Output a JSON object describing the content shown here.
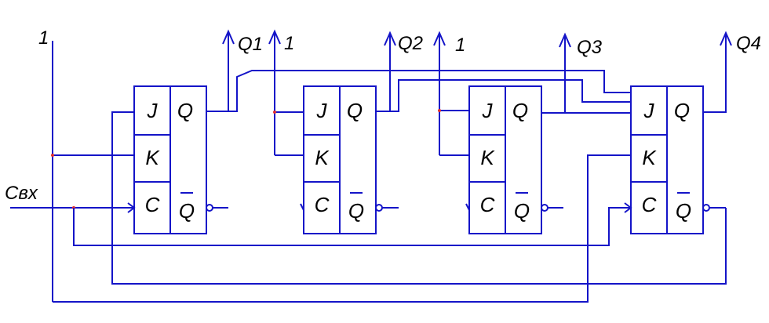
{
  "diagram": {
    "title": "",
    "line_color": "#1414c8",
    "text_color": "#000000",
    "pin_labels": {
      "j": "J",
      "k": "K",
      "c": "C",
      "q": "Q",
      "qbar": "Q"
    },
    "inputs": {
      "clock": "Cвх",
      "one": "1"
    },
    "outputs": [
      "Q1",
      "Q2",
      "Q3",
      "Q4"
    ],
    "flipflops": [
      {
        "id": "FF1",
        "type": "JK flip-flop"
      },
      {
        "id": "FF2",
        "type": "JK flip-flop"
      },
      {
        "id": "FF3",
        "type": "JK flip-flop"
      },
      {
        "id": "FF4",
        "type": "JK flip-flop"
      }
    ]
  }
}
